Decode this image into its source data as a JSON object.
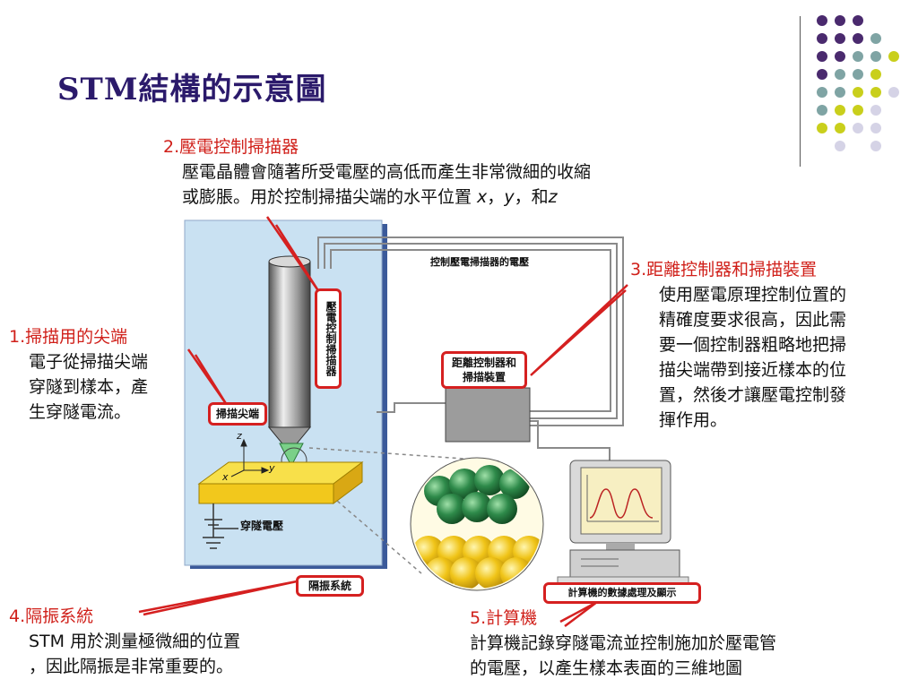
{
  "title": "STM結構的示意圖",
  "colors": {
    "title": "#2b1a6b",
    "callout": "#d0201a",
    "panel": "#c9e1f2",
    "sample": "#f2d21c"
  },
  "labels": {
    "piezo_tube": "壓電控制掃描器",
    "tip": "掃描尖端",
    "controller": "距離控制器和\n掃描裝置",
    "tunnel_voltage": "穿隧電壓",
    "isolation": "隔振系統",
    "computer": "計算機的數據處理及顯示",
    "piezo_voltage": "控制壓電掃描器的電壓",
    "axis_x": "x",
    "axis_y": "y",
    "axis_z": "z"
  },
  "notes": {
    "n2": {
      "title": "2.壓電控制掃描器",
      "line1": "壓電晶體會隨著所受電壓的高低而產生非常微細的收縮",
      "line2": "或膨脹。用於控制掃描尖端的水平位置 ",
      "x": "x",
      "sep1": "，",
      "y": "y",
      "sep2": "，和",
      "z": "z"
    },
    "n1": {
      "title": "1.掃描用的尖端",
      "lines": [
        "電子從掃描尖端",
        "穿隧到樣本，產",
        "生穿隧電流。"
      ]
    },
    "n3": {
      "title": "3.距離控制器和掃描裝置",
      "lines": [
        "使用壓電原理控制位置的",
        "精確度要求很高，因此需",
        "要一個控制器粗略地把掃",
        "描尖端帶到接近樣本的位",
        "置，然後才讓壓電控制發",
        "揮作用。"
      ]
    },
    "n4": {
      "title": "4.隔振系統",
      "lines": [
        "STM 用於測量極微細的位置",
        "，因此隔振是非常重要的。"
      ]
    },
    "n5": {
      "title": "5.計算機",
      "lines": [
        "計算機記錄穿隧電流並控制施加於壓電管",
        "的電壓，以產生樣本表面的三維地圖"
      ]
    }
  }
}
